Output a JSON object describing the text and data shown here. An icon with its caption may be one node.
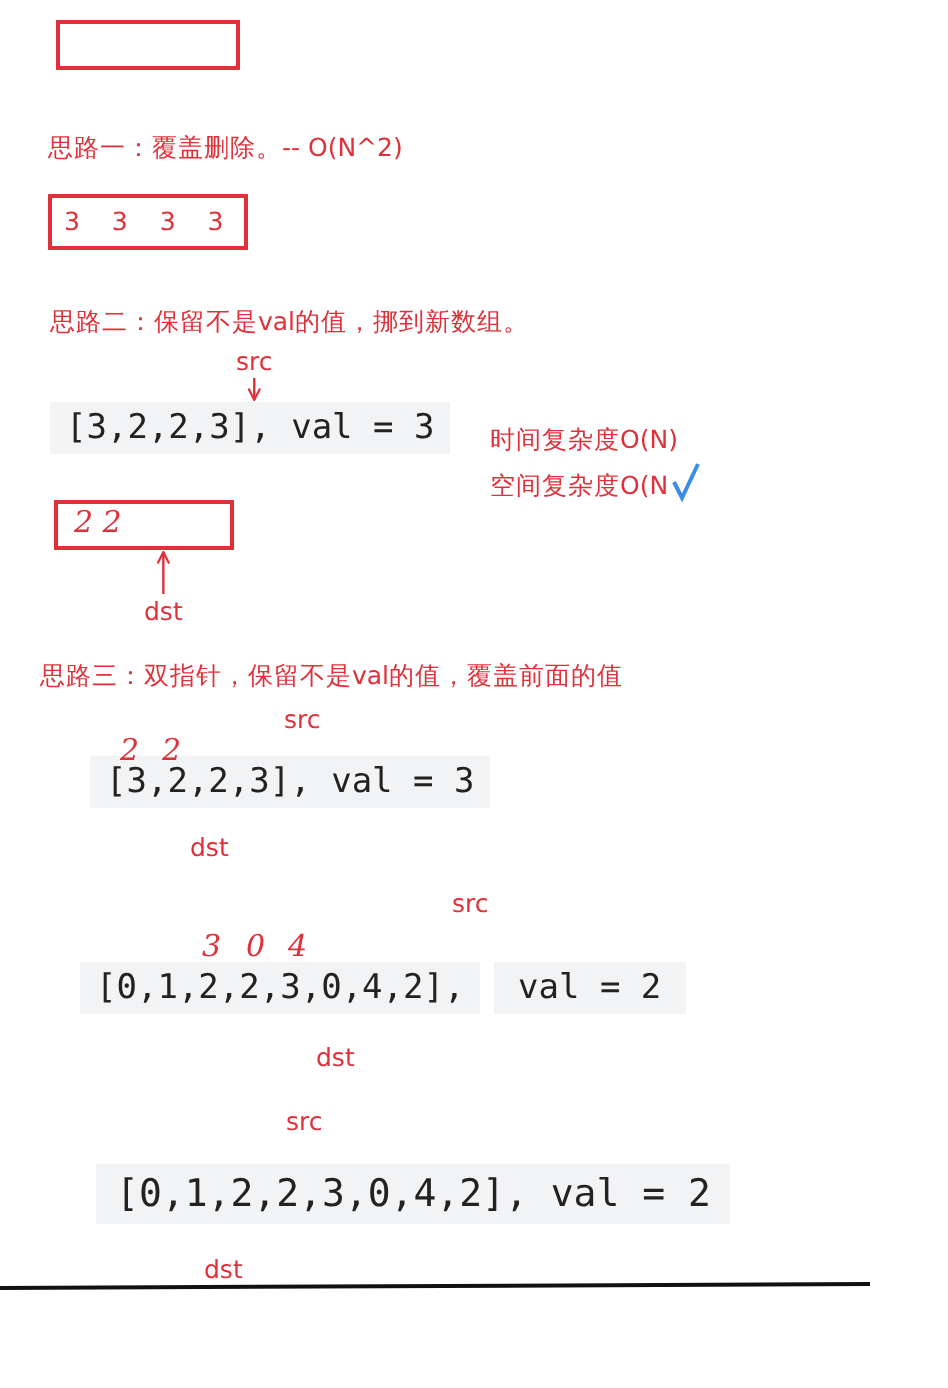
{
  "diagram": {
    "nodes": [
      {
        "text": [],
        "shape": "box"
      },
      {
        "text": [
          "3 3 3 3"
        ]
      },
      {
        "text": [
          "src"
        ]
      },
      {
        "text": [
          "[3,2,2,3], val = 3"
        ]
      },
      {
        "text": [
          "2 2"
        ]
      },
      {
        "text": [
          "dst"
        ]
      },
      {
        "text": [
          "[3,2,2,3], val = 3"
        ]
      },
      {
        "text": [
          "[0,1,2,2,3,0,4,2],"
        ]
      },
      {
        "text": [
          "val = 2"
        ]
      },
      {
        "text": [
          "[0,1,2,2,3,0,4,2], val = 2"
        ]
      }
    ],
    "edges": [
      {
        "from": 2,
        "to": 3,
        "arrow": "to"
      },
      {
        "from": 5,
        "to": 4,
        "arrow": "to"
      }
    ],
    "labels": [
      "思路一：覆盖删除。-- O(N^2)",
      "思路二：保留不是val的值，挪到新数组。",
      "时间复杂度O(N)",
      "空间复杂度O(N",
      "思路三：双指针，保留不是val的值，覆盖前面的值",
      "src",
      "2",
      "2",
      "dst",
      "src",
      "3",
      "0",
      "4",
      "dst",
      "src",
      "dst"
    ]
  }
}
